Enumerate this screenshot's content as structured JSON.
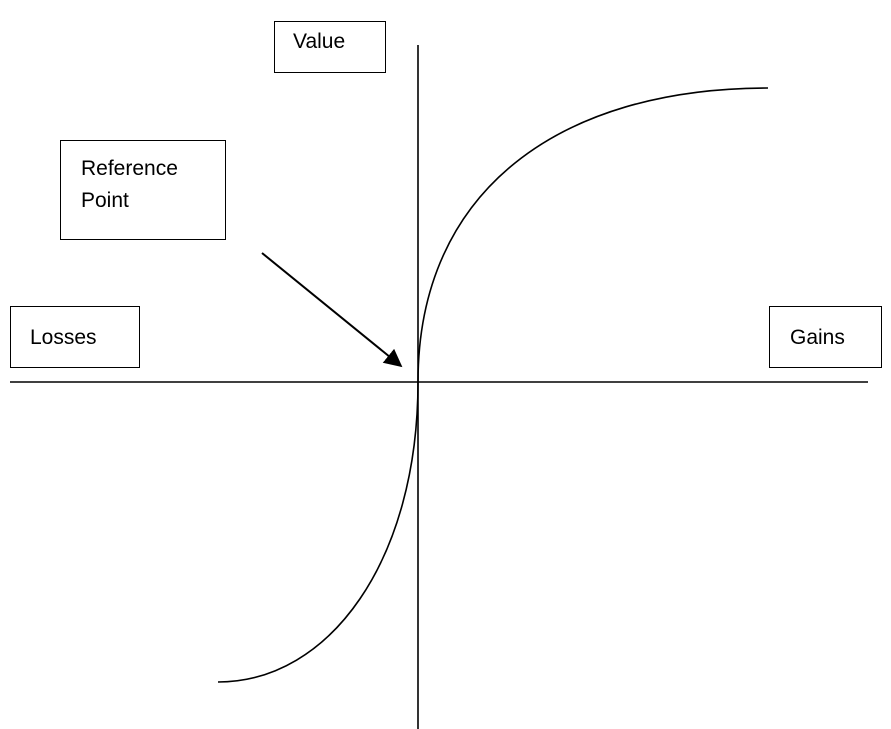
{
  "labels": {
    "value": "Value",
    "reference_point": "Reference\nPoint",
    "losses": "Losses",
    "gains": "Gains"
  },
  "colors": {
    "stroke": "#000000",
    "background": "#ffffff"
  },
  "diagram": {
    "type": "value-function",
    "axes": [
      "horizontal",
      "vertical"
    ],
    "curve": "concave-for-gains-convex-for-losses",
    "arrow_target": "origin"
  }
}
